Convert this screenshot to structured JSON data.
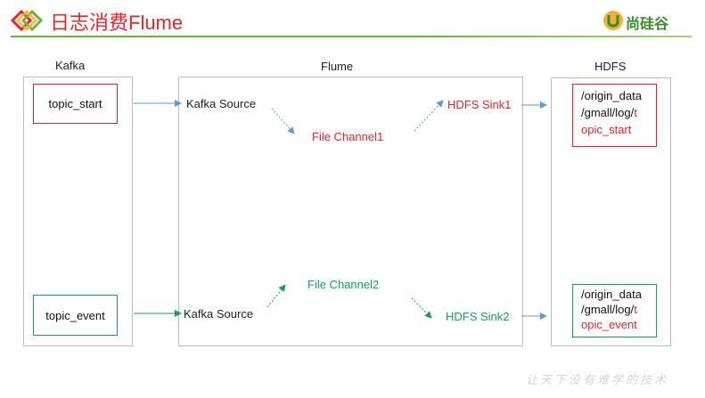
{
  "slide": {
    "title": "日志消费Flume",
    "brand": "尚硅谷",
    "watermark": "让天下没有难学的技术"
  },
  "columns": {
    "kafka": "Kafka",
    "flume": "Flume",
    "hdfs": "HDFS"
  },
  "kafka": {
    "topic_start": "topic_start",
    "topic_event": "topic_event"
  },
  "flume": {
    "source1": "Kafka Source",
    "channel1": "File Channel1",
    "sink1": "HDFS Sink1",
    "channel2": "File Channel2",
    "source2": "Kafka Source",
    "sink2": "HDFS Sink2"
  },
  "hdfs": {
    "path1": {
      "line1": "/origin_data",
      "line2_prefix": "/gmall/log/",
      "line2_suffix": "t",
      "line3": "opic_start"
    },
    "path2": {
      "line1": "/origin_data",
      "line2_prefix": "/gmall/log/",
      "line2_suffix": "t",
      "line3": "opic_event"
    }
  },
  "colors": {
    "title_red": "#e3262b",
    "start_red": "#e3262b",
    "event_green": "#14a05a",
    "arrow_blue": "#5b9bd5",
    "brand_green": "#3b8a2a"
  },
  "icons": {
    "title_logo": "interlocking-diamonds-icon",
    "brand_logo": "u-cup-icon"
  }
}
